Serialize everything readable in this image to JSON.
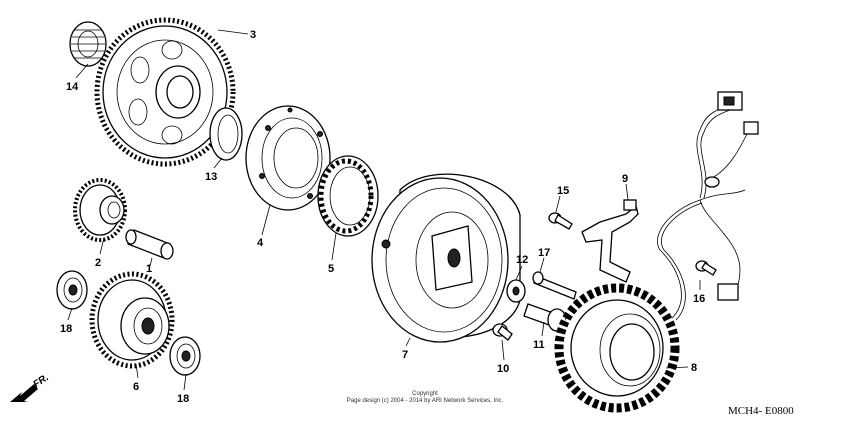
{
  "callouts": [
    {
      "id": "c1",
      "label": "1"
    },
    {
      "id": "c2",
      "label": "2"
    },
    {
      "id": "c3",
      "label": "3"
    },
    {
      "id": "c4",
      "label": "4"
    },
    {
      "id": "c5",
      "label": "5"
    },
    {
      "id": "c6",
      "label": "6"
    },
    {
      "id": "c7",
      "label": "7"
    },
    {
      "id": "c8",
      "label": "8"
    },
    {
      "id": "c9",
      "label": "9"
    },
    {
      "id": "c10",
      "label": "10"
    },
    {
      "id": "c11",
      "label": "11"
    },
    {
      "id": "c12",
      "label": "12"
    },
    {
      "id": "c13",
      "label": "13"
    },
    {
      "id": "c14",
      "label": "14"
    },
    {
      "id": "c15",
      "label": "15"
    },
    {
      "id": "c16",
      "label": "16"
    },
    {
      "id": "c17",
      "label": "17"
    },
    {
      "id": "c18a",
      "label": "18"
    },
    {
      "id": "c18b",
      "label": "18"
    }
  ],
  "copyright": {
    "line1": "Copyright",
    "line2": "Page design (c) 2004 - 2014 by ARI Network Services, Inc."
  },
  "diagram_code": "MCH4- E0800",
  "direction_label": "FR."
}
